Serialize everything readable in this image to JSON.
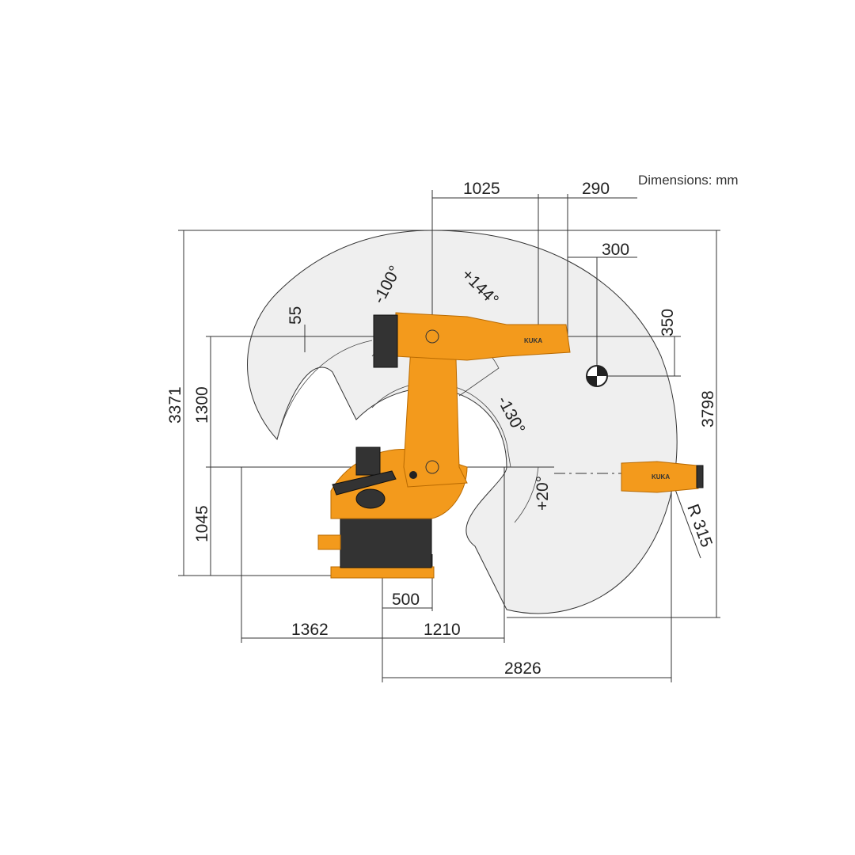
{
  "title": "Dimensions: mm",
  "dimensions": {
    "d1025": "1025",
    "d290": "290",
    "d300": "300",
    "d350": "350",
    "d55": "55",
    "d3371": "3371",
    "d1300": "1300",
    "d1045": "1045",
    "d3798": "3798",
    "d500": "500",
    "d1362": "1362",
    "d1210": "1210",
    "d2826": "2826",
    "r315": "R 315"
  },
  "angles": {
    "a1": "-100°",
    "a2": "+144°",
    "a3": "-130°",
    "a4": "+20°"
  },
  "logo_text": "KUKA",
  "colors": {
    "robot": "#f39a1c",
    "envelope": "#efefef"
  }
}
